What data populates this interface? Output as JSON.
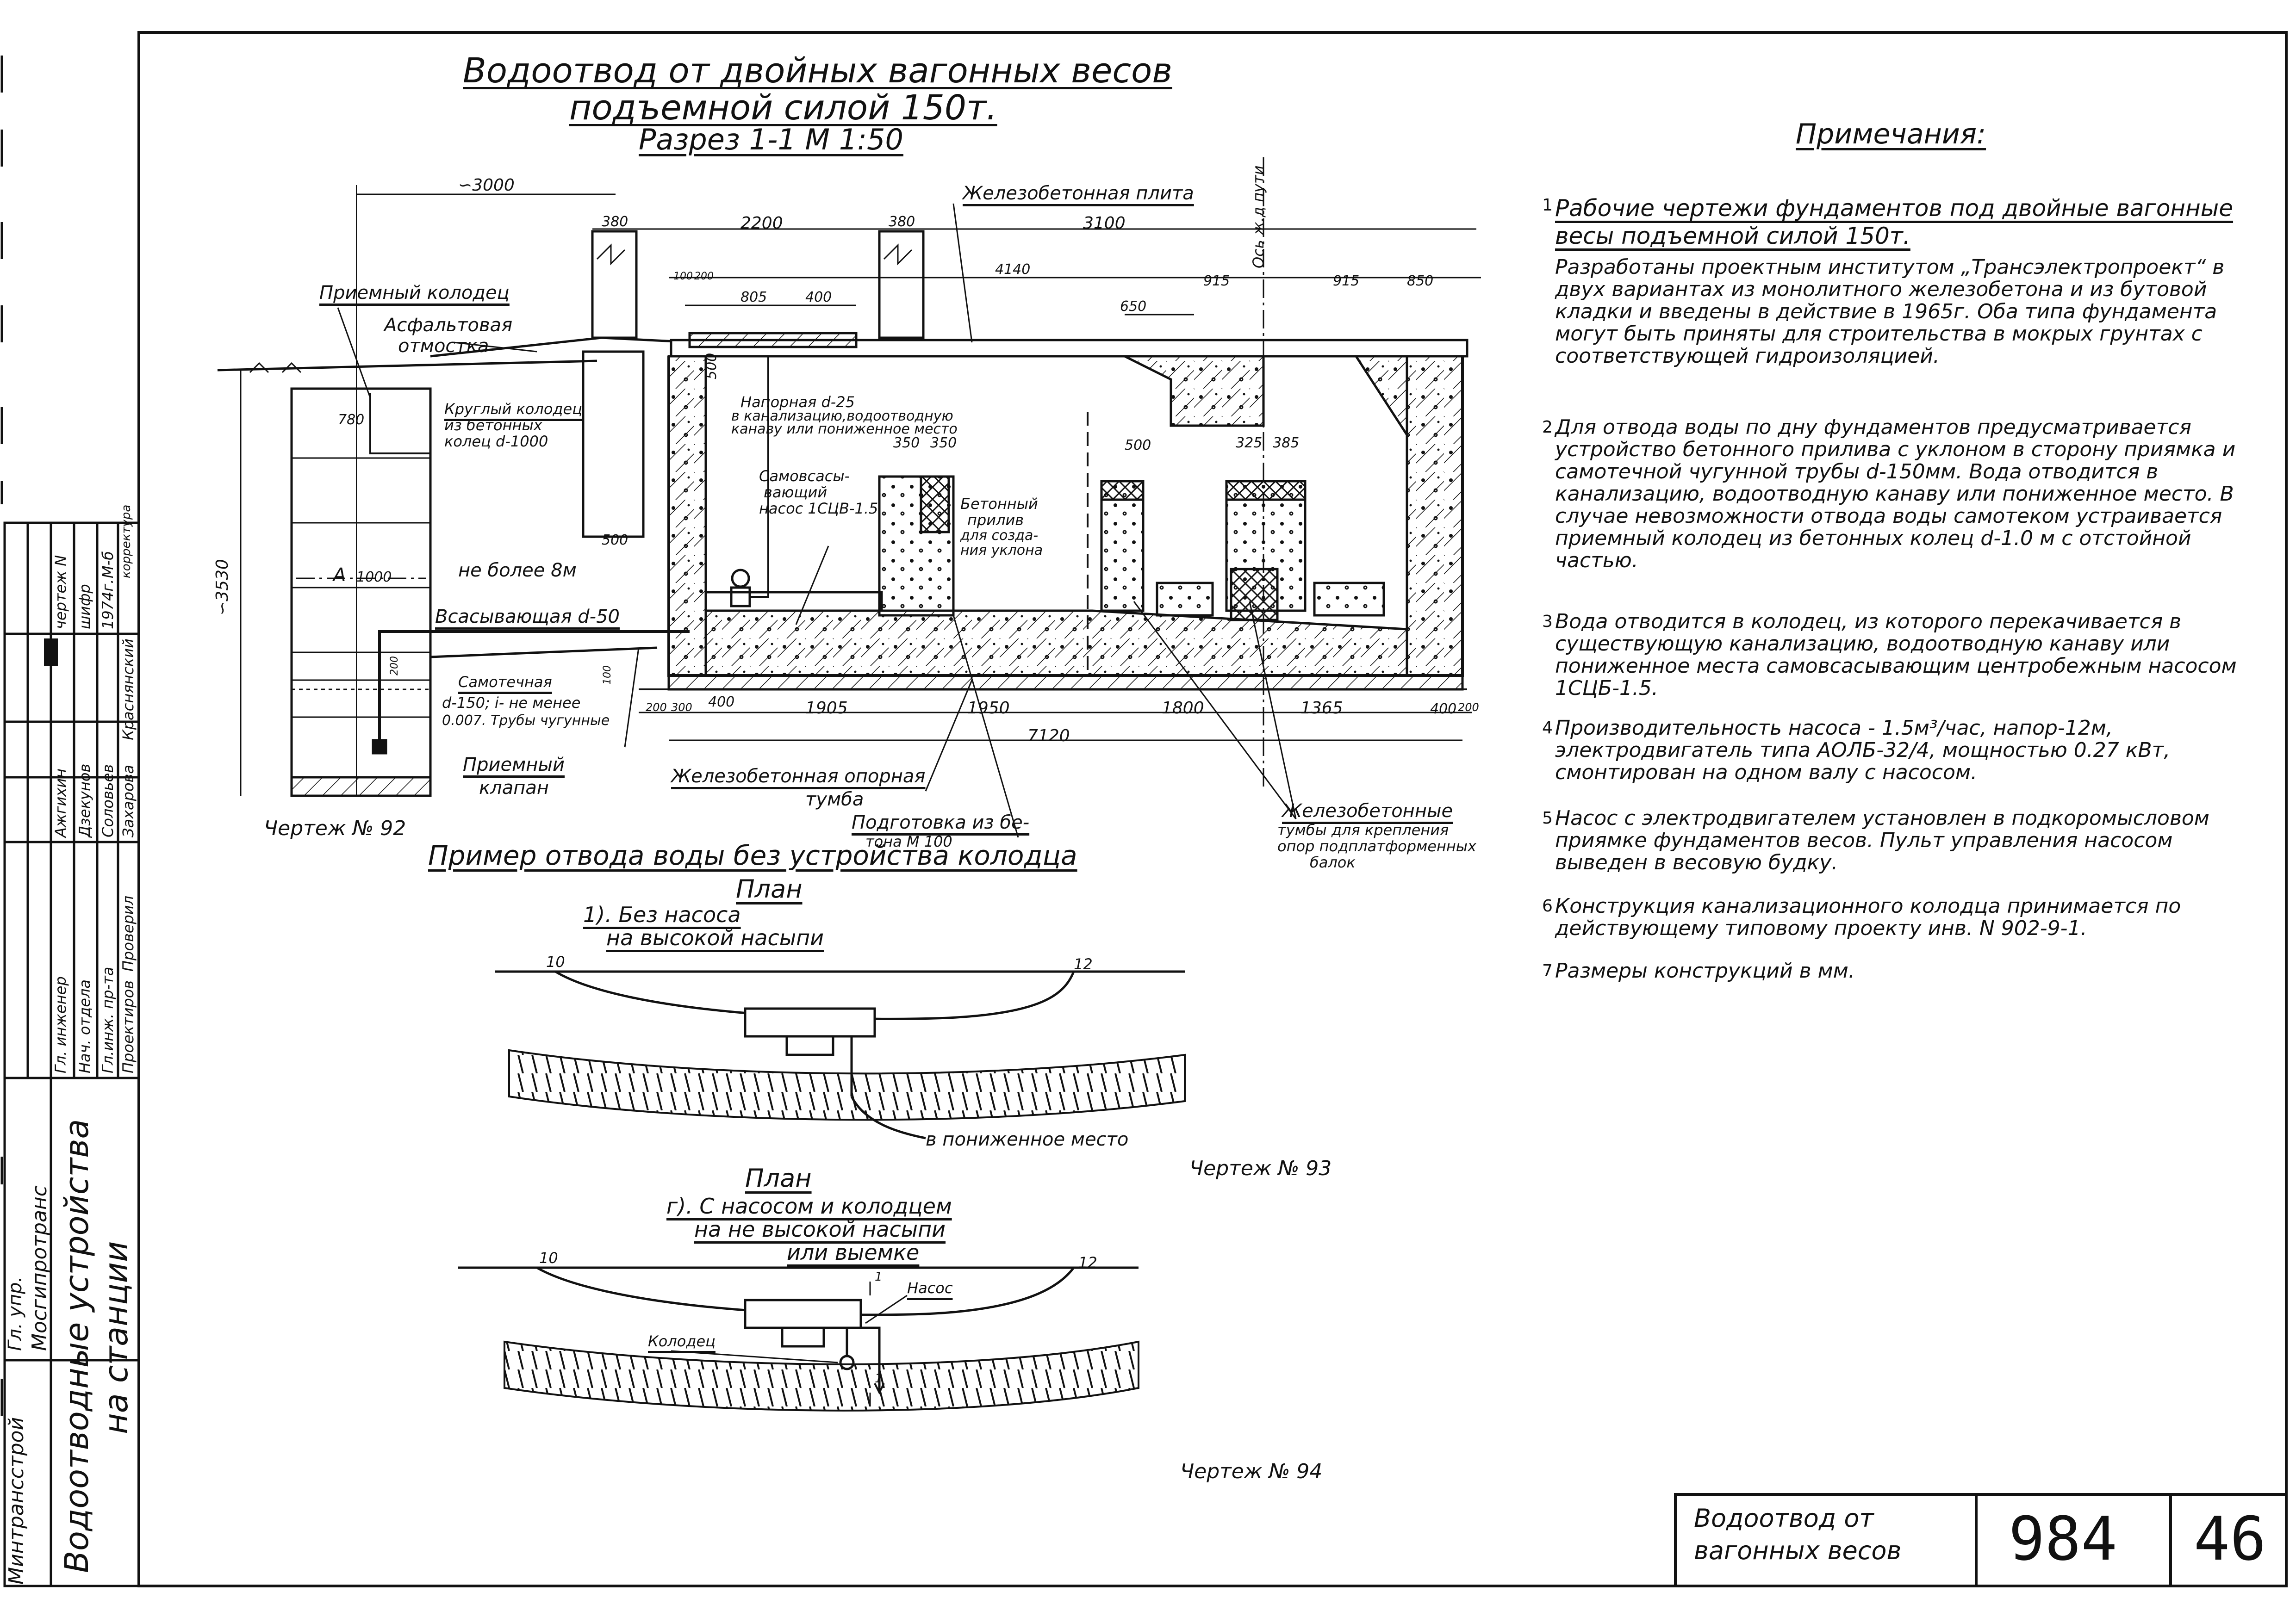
{
  "title": {
    "line1": "Водоотвод от двойных вагонных весов",
    "line2": "подъемной силой 150т.",
    "line3": "Разрез 1-1 М 1:50"
  },
  "section_labels": {
    "receiving_well": "Приемный колодец",
    "asphalt": "Асфальтовая",
    "asphalt2": "отмостка",
    "round_well": "Круглый колодец",
    "round_well2": "из бетонных",
    "round_well3": "колец d-1000",
    "rc_slab": "Железобетонная плита",
    "pressure_pipe": "Напорная d-25",
    "pressure_pipe2": "в канализацию,водоотводную",
    "pressure_pipe3": "канаву или пониженное место",
    "pump1": "Самовсасы-",
    "pump2": "вающий",
    "pump3": "насос 1СЦВ-1.5",
    "concrete1": "Бетонный",
    "concrete2": "прилив",
    "concrete3": "для созда-",
    "concrete4": "ния уклона",
    "max8": "не более 8м",
    "suction": "Всасывающая d-50",
    "gravity1": "Самотечная",
    "gravity2": "d-150; i- не менее",
    "gravity3": "0.007. Трубы чугунные",
    "valve1": "Приемный",
    "valve2": "клапан",
    "rc_support1": "Железобетонная опорная",
    "rc_support2": "тумба",
    "prep1": "Подготовка из бе-",
    "prep2": "тона М 100",
    "rc_pedestals1": "Железобетонные",
    "rc_pedestals2": "тумбы для крепления",
    "rc_pedestals3": "опор подплатформенных",
    "rc_pedestals4": "балок",
    "track_axis": "Ось ж.д пути"
  },
  "dimensions": {
    "d3000": "∽3000",
    "d380a": "380",
    "d2200": "2200",
    "d380b": "380",
    "d3100": "3100",
    "d100": "100",
    "d200": "200",
    "d805": "805",
    "d400a": "400",
    "d4140": "4140",
    "d650": "650",
    "d915a": "915",
    "d915b": "915",
    "d850": "850",
    "d780": "780",
    "d500a": "500",
    "d500b": "500",
    "d500c": "500",
    "d350a": "350",
    "d350b": "350",
    "d325": "325",
    "d385": "385",
    "d1000": "1000",
    "d3530": "∽3530",
    "d200b": "200",
    "d300": "300",
    "d400b": "400",
    "d1905": "1905",
    "d1950": "1950",
    "d1800": "1800",
    "d1365": "1365",
    "d400c": "400",
    "d200c": "200",
    "d7120": "7120",
    "d100b": "100",
    "d200d": "200",
    "A": "A"
  },
  "drawing_refs": {
    "d92": "Чертеж № 92",
    "d93": "Чертеж № 93",
    "d94": "Чертеж № 94"
  },
  "example": {
    "title": "Пример отвода воды без устройства колодца",
    "plan1": "План",
    "sub1a": "1). Без насоса",
    "sub1b": "на высокой насыпи",
    "lower_place": "в пониженное место",
    "plan2": "План",
    "sub2a": "г). С насосом и колодцем",
    "sub2b": "на не высокой насыпи",
    "sub2c": "или выемке",
    "pump": "Насос",
    "well": "Колодец",
    "n10a": "10",
    "n12a": "12",
    "n10b": "10",
    "n12b": "12",
    "one_a": "1",
    "one_b": "1"
  },
  "notes": {
    "heading": "Примечания:",
    "items": [
      {
        "num": "1",
        "text": "Рабочие чертежи фундаментов под двойные вагонные весы подъемной силой 150т.",
        "text2": "Разработаны проектным институтом „Трансэлектропроект“ в двух вариантах из монолитного железобетона и из бутовой кладки и введены в действие в 1965г. Оба типа фундамента могут быть приняты для строительства в мокрых грунтах с соответствующей гидроизоляцией."
      },
      {
        "num": "2",
        "text": "Для отвода воды по дну фундаментов предусматривается устройство бетонного прилива с уклоном в сторону приямка и самотечной чугунной трубы d-150мм. Вода отводится в канализацию, водоотводную канаву или пониженное место. В случае невозможности отвода воды самотеком устраивается приемный колодец из бетонных колец d-1.0 м с отстойной частью."
      },
      {
        "num": "3",
        "text": "Вода отводится в колодец, из которого перекачивается в существующую канализацию, водоотводную канаву или пониженное места самовсасывающим центробежным насосом 1СЦБ-1.5."
      },
      {
        "num": "4",
        "text": "Производительность насоса - 1.5м³/час, напор-12м, электродвигатель типа АОЛБ-32/4, мощностью 0.27 кВт, смонтирован на одном валу с насосом."
      },
      {
        "num": "5",
        "text": "Насос с электродвигателем установлен в подкоромысловом приямке фундаментов весов. Пульт управления насосом выведен в весовую будку."
      },
      {
        "num": "6",
        "text": "Конструкция канализационного колодца принимается по действующему типовому проекту инв. N 902-9-1."
      },
      {
        "num": "7",
        "text": "Размеры конструкций в мм."
      }
    ]
  },
  "stamp": {
    "org1": "Минтрансстрой",
    "org2": "Мосгипротранс",
    "org_top": "Гл. упр.",
    "project1": "Водоотводные устройства",
    "project2": "на станции",
    "rows": [
      {
        "role": "Гл. инженер",
        "name": "Ажгихин"
      },
      {
        "role": "Нач. отдела",
        "name": "Дзекунов"
      },
      {
        "role": "Гл.инж. пр-та",
        "name": "Соловьев"
      },
      {
        "role": "Проектиров",
        "name": "Захарова"
      },
      {
        "role": "Проверил",
        "name": "Краснянский"
      }
    ],
    "col_chertezh": "чертеж N",
    "col_shifr": "шифр",
    "col_year": "1974г.",
    "col_m": "М-б",
    "col_korr": "корре­ктура"
  },
  "title_block": {
    "name1": "Водоотвод от",
    "name2": "вагонных весов",
    "num": "984",
    "sheet": "46"
  }
}
